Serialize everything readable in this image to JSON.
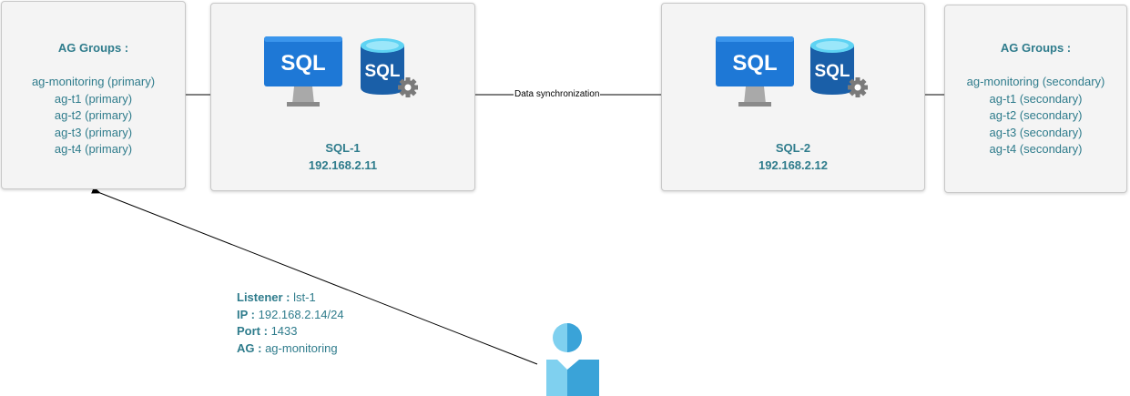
{
  "ag_primary": {
    "heading": "AG Groups :",
    "items": [
      "ag-monitoring (primary)",
      "ag-t1 (primary)",
      "ag-t2 (primary)",
      "ag-t3 (primary)",
      "ag-t4 (primary)"
    ]
  },
  "ag_secondary": {
    "heading": "AG Groups :",
    "items": [
      "ag-monitoring (secondary)",
      "ag-t1 (secondary)",
      "ag-t2 (secondary)",
      "ag-t3 (secondary)",
      "ag-t4 (secondary)"
    ]
  },
  "servers": [
    {
      "name": "SQL-1",
      "ip": "192.168.2.11",
      "monitor_text": "SQL",
      "db_text": "SQL"
    },
    {
      "name": "SQL-2",
      "ip": "192.168.2.12",
      "monitor_text": "SQL",
      "db_text": "SQL"
    }
  ],
  "connection": {
    "label": "Data synchronization"
  },
  "listener": {
    "name_key": "Listener :",
    "name_value": "lst-1",
    "ip_key": "IP :",
    "ip_value": "192.168.2.14/24",
    "port_key": "Port :",
    "port_value": "1433",
    "ag_key": "AG :",
    "ag_value": "ag-monitoring"
  },
  "colors": {
    "text_accent": "#2f7c8c",
    "sql_blue": "#1e78d6",
    "db_blue": "#1a5fa8",
    "db_top": "#5fd3f3",
    "gear": "#7a7a7a",
    "user_light": "#7fd0ef",
    "user_dark": "#3aa3d8"
  }
}
